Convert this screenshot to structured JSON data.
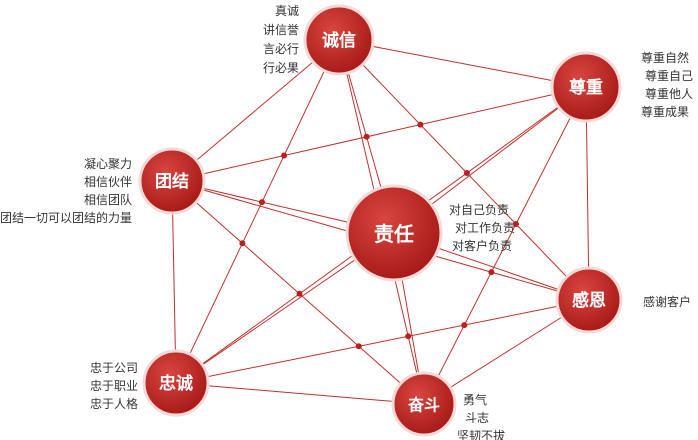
{
  "colors": {
    "node_fill": "#b8211f",
    "node_highlight": "#d9453f",
    "edge": "#c0302c",
    "text": "#333333",
    "node_text": "#ffffff"
  },
  "nodes": {
    "chengxin": {
      "label": "诚信",
      "notes": [
        "真诚",
        "讲信誉",
        "言必行",
        "行必果"
      ]
    },
    "zunzhong": {
      "label": "尊重",
      "notes": [
        "尊重自然",
        "尊重自己",
        "尊重他人",
        "尊重成果"
      ]
    },
    "tuanjie": {
      "label": "团结",
      "notes": [
        "凝心聚力",
        "相信伙伴",
        "相信团队",
        "团结一切可以团结的力量"
      ]
    },
    "zeren": {
      "label": "责任",
      "notes": [
        "对自己负责",
        "对工作负责",
        "对客户负责"
      ]
    },
    "ganen": {
      "label": "感恩",
      "notes": [
        "感谢客户"
      ]
    },
    "zhongcheng": {
      "label": "忠诚",
      "notes": [
        "忠于公司",
        "忠于职业",
        "忠于人格"
      ]
    },
    "fendou": {
      "label": "奋斗",
      "notes": [
        "勇气",
        "斗志",
        "坚韧不拔"
      ]
    }
  },
  "edges": [
    [
      "chengxin",
      "zunzhong"
    ],
    [
      "chengxin",
      "tuanjie"
    ],
    [
      "chengxin",
      "zeren"
    ],
    [
      "chengxin",
      "ganen"
    ],
    [
      "chengxin",
      "zhongcheng"
    ],
    [
      "chengxin",
      "fendou"
    ],
    [
      "zunzhong",
      "tuanjie"
    ],
    [
      "zunzhong",
      "ganen"
    ],
    [
      "zunzhong",
      "zhongcheng"
    ],
    [
      "zunzhong",
      "fendou"
    ],
    [
      "zunzhong",
      "zeren"
    ],
    [
      "tuanjie",
      "zeren"
    ],
    [
      "tuanjie",
      "zhongcheng"
    ],
    [
      "tuanjie",
      "fendou"
    ],
    [
      "tuanjie",
      "ganen"
    ],
    [
      "zeren",
      "ganen"
    ],
    [
      "zeren",
      "zhongcheng"
    ],
    [
      "zeren",
      "fendou"
    ],
    [
      "ganen",
      "zhongcheng"
    ],
    [
      "ganen",
      "fendou"
    ],
    [
      "zhongcheng",
      "fendou"
    ]
  ]
}
